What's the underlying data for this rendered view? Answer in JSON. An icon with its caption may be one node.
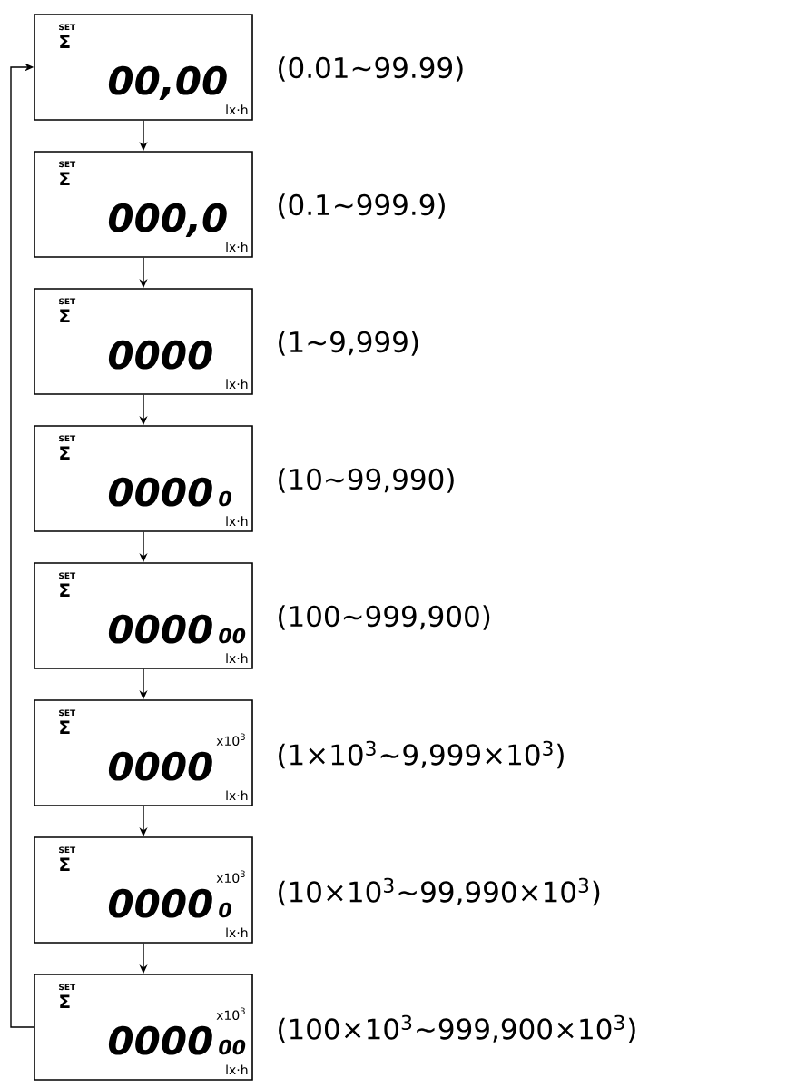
{
  "diagram": {
    "nodes": [
      {
        "text": [
          "SET",
          "Σ",
          "00,00",
          "lx·h"
        ],
        "beside": [
          "(0.01∼99.99)"
        ]
      },
      {
        "text": [
          "SET",
          "Σ",
          "000,0",
          "lx·h"
        ],
        "beside": [
          "(0.1∼999.9)"
        ]
      },
      {
        "text": [
          "SET",
          "Σ",
          "0000",
          "lx·h"
        ],
        "beside": [
          "(1∼9,999)"
        ]
      },
      {
        "text": [
          "SET",
          "Σ",
          "0000",
          "0",
          "lx·h"
        ],
        "beside": [
          "(10∼99,990)"
        ]
      },
      {
        "text": [
          "SET",
          "Σ",
          "0000",
          "00",
          "lx·h"
        ],
        "beside": [
          "(100∼999,900)"
        ]
      },
      {
        "text": [
          "SET",
          "Σ",
          "0000",
          "x10$^{3}$",
          "lx·h"
        ],
        "beside": [
          "(1×10$^{3}$∼9,999×10$^{3}$)"
        ]
      },
      {
        "text": [
          "SET",
          "Σ",
          "0000",
          "x10$^{3}$",
          "0",
          "lx·h"
        ],
        "beside": [
          "(10×10$^{3}$∼99,990×10$^{3}$)"
        ]
      },
      {
        "text": [
          "SET",
          "Σ",
          "0000",
          "x10$^{3}$",
          "00",
          "lx·h"
        ],
        "beside": [
          "(100×10$^{3}$∼999,900×10$^{3}$)"
        ]
      }
    ],
    "edges": [
      {
        "from": 0,
        "to": 1,
        "arrow": "to"
      },
      {
        "from": 1,
        "to": 2,
        "arrow": "to"
      },
      {
        "from": 2,
        "to": 3,
        "arrow": "to"
      },
      {
        "from": 3,
        "to": 4,
        "arrow": "to"
      },
      {
        "from": 4,
        "to": 5,
        "arrow": "to"
      },
      {
        "from": 5,
        "to": 6,
        "arrow": "to"
      },
      {
        "from": 6,
        "to": 7,
        "arrow": "to"
      },
      {
        "from": 7,
        "to": 0,
        "arrow": "to"
      }
    ]
  }
}
